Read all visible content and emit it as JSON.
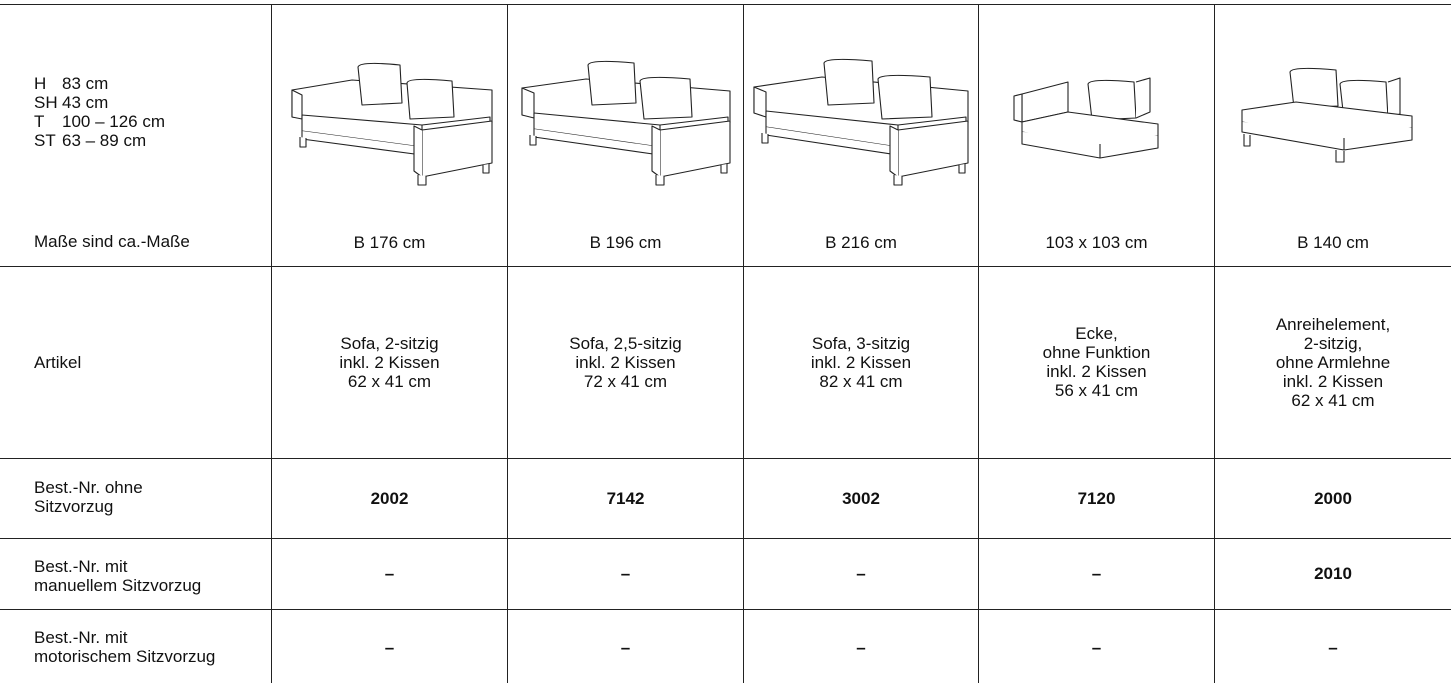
{
  "dimensions": [
    {
      "key": "H",
      "value": "83 cm"
    },
    {
      "key": "SH",
      "value": "43 cm"
    },
    {
      "key": "T",
      "value": "100 – 126 cm"
    },
    {
      "key": "ST",
      "value": "63 – 89 cm"
    }
  ],
  "row_labels": {
    "size": "Maße sind ca.-Maße",
    "article": "Artikel",
    "order_none_1": "Best.-Nr. ohne",
    "order_none_2": "Sitzvorzug",
    "order_manual_1": "Best.-Nr. mit",
    "order_manual_2": "manuellem Sitzvorzug",
    "order_motor_1": "Best.-Nr. mit",
    "order_motor_2": "motorischem Sitzvorzug"
  },
  "products": [
    {
      "image": "sofa-2-seater-icon",
      "size": "B 176 cm",
      "article": [
        "Sofa, 2-sitzig",
        "inkl. 2 Kissen",
        "62 x 41 cm"
      ],
      "order_none": "2002",
      "order_manual": "–",
      "order_motor": "–"
    },
    {
      "image": "sofa-2-5-seater-icon",
      "size": "B 196 cm",
      "article": [
        "Sofa, 2,5-sitzig",
        "inkl. 2 Kissen",
        "72 x 41 cm"
      ],
      "order_none": "7142",
      "order_manual": "–",
      "order_motor": "–"
    },
    {
      "image": "sofa-3-seater-icon",
      "size": "B 216 cm",
      "article": [
        "Sofa, 3-sitzig",
        "inkl. 2 Kissen",
        "82 x 41 cm"
      ],
      "order_none": "3002",
      "order_manual": "–",
      "order_motor": "–"
    },
    {
      "image": "corner-element-icon",
      "size": "103 x 103 cm",
      "article": [
        "Ecke,",
        "ohne Funktion",
        "inkl. 2 Kissen",
        "56 x 41 cm"
      ],
      "order_none": "7120",
      "order_manual": "–",
      "order_motor": "–"
    },
    {
      "image": "add-on-element-icon",
      "size": "B 140 cm",
      "article": [
        "Anreihelement,",
        "2-sitzig,",
        "ohne Armlehne",
        "inkl. 2 Kissen",
        "62 x 41 cm"
      ],
      "order_none": "2000",
      "order_manual": "2010",
      "order_motor": "–"
    }
  ]
}
